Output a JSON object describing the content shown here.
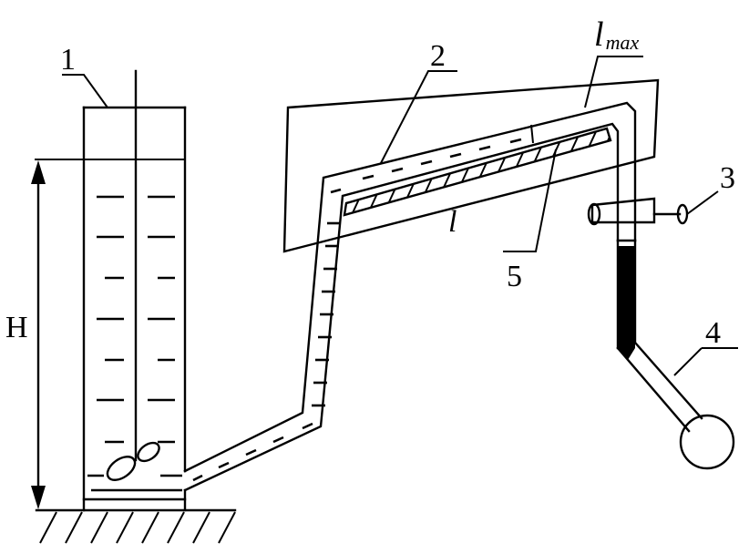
{
  "labels": {
    "tank": "1",
    "tube": "2",
    "clamp": "3",
    "bulb": "4",
    "scale": "5",
    "height": "H",
    "length": "l",
    "length_max_base": "l",
    "length_max_sub": "max"
  }
}
